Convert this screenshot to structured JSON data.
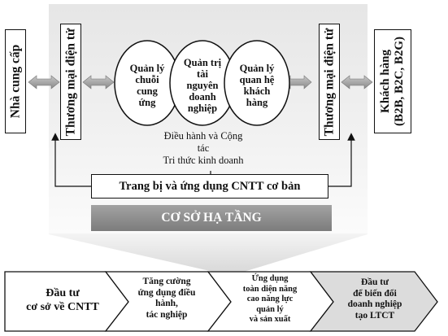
{
  "supplier": "Nhà cung cấp",
  "ecommerce_left": "Thương mại điện tử",
  "ecommerce_right": "Thương mại điện tử",
  "customers": {
    "line1": "Khách hàng",
    "line2": "(B2B, B2C, B2G)"
  },
  "ellipses": [
    {
      "lines": [
        "Quản lý",
        "chuỗi",
        "cung",
        "ứng"
      ]
    },
    {
      "lines": [
        "Quản trị",
        "tài",
        "nguyên",
        "doanh",
        "nghiệp"
      ]
    },
    {
      "lines": [
        "Quản lý",
        "quan hệ",
        "khách",
        "hàng"
      ]
    }
  ],
  "center_text": {
    "lines": [
      "Điều hành và Cộng",
      "tác",
      "Tri thức kinh doanh"
    ]
  },
  "it_basic": "Trang bị và ứng dụng CNTT cơ bản",
  "infrastructure": "CƠ SỞ HẠ TẦNG",
  "steps": [
    {
      "lines": [
        "Đầu tư",
        "cơ sở về CNTT"
      ]
    },
    {
      "lines": [
        "Tăng cường",
        "ứng dụng điều",
        "hành,",
        "tác nghiệp"
      ]
    },
    {
      "lines": [
        "Ứng dụng",
        "toàn diện năng",
        "cao năng lực",
        "quản lý",
        "và sản xuất"
      ]
    },
    {
      "lines": [
        "Đầu tư",
        "để biến đổi",
        "doanh nghiệp",
        "tạo LTCT"
      ]
    }
  ],
  "colors": {
    "panel_top": "#e9e9e9",
    "panel_bottom": "#f7f7f7",
    "infra_bar": "#8f8f8f",
    "arrow": "#9a9a9a",
    "last_step": "#dcdcdc"
  }
}
